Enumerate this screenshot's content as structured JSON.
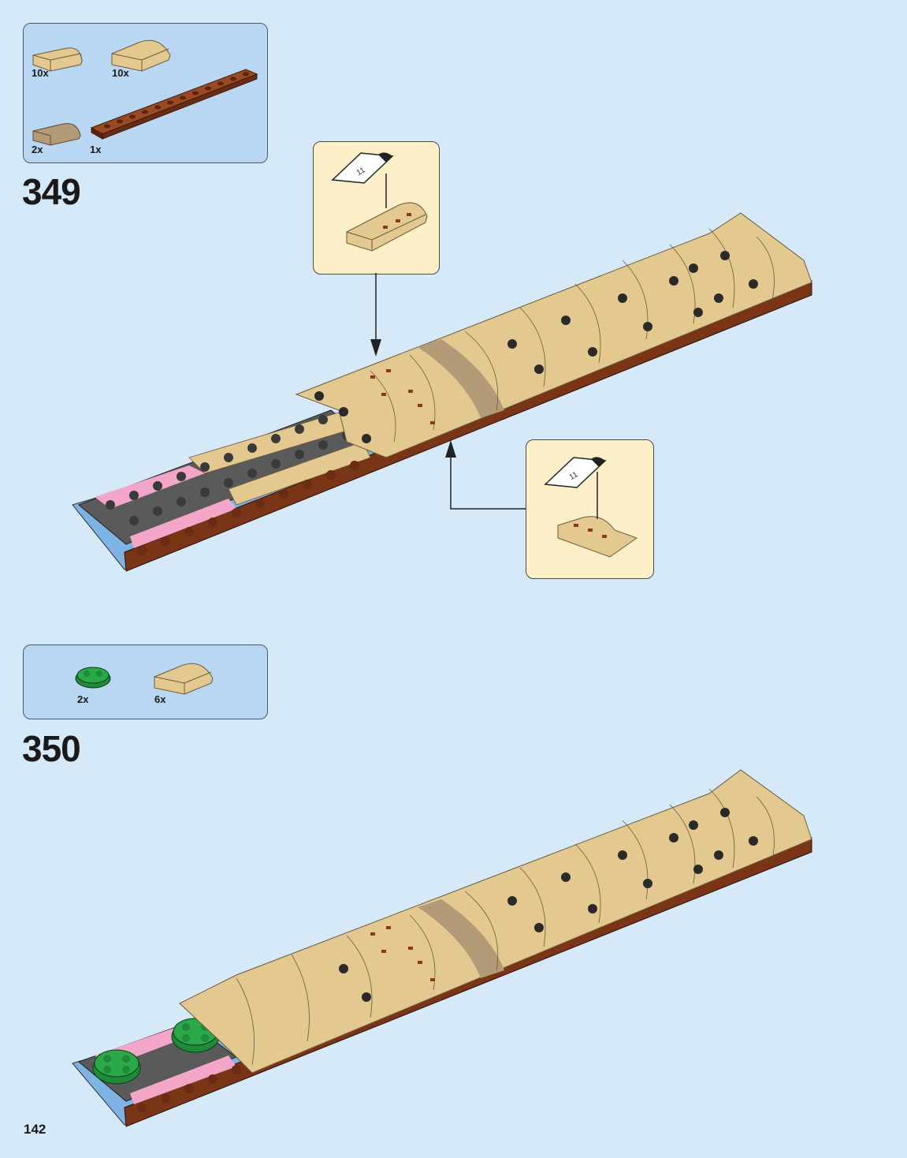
{
  "page_number": "142",
  "steps": [
    {
      "number": "349",
      "parts": [
        {
          "name": "tan-curved-slope-1x2",
          "qty": "10x"
        },
        {
          "name": "tan-curved-slope-2x2",
          "qty": "10x"
        },
        {
          "name": "dark-tan-curved-slope",
          "qty": "2x"
        },
        {
          "name": "reddish-brown-plate-1x12",
          "qty": "1x"
        }
      ],
      "callouts": [
        {
          "sticker": "11"
        },
        {
          "sticker": "11"
        }
      ]
    },
    {
      "number": "350",
      "parts": [
        {
          "name": "green-round-plate-2x2",
          "qty": "2x"
        },
        {
          "name": "tan-curved-slope-2x2",
          "qty": "6x"
        }
      ]
    }
  ],
  "colors": {
    "background": "#d6e9f8",
    "parts_box": "#b9d7f2",
    "callout": "#fdf0c8",
    "tan": "#e3c98f",
    "dark_tan": "#b39b78",
    "reddish_brown": "#7a3416",
    "dark_gray": "#5a5a5a",
    "pink": "#f3a6c8",
    "blue": "#7fb3e3",
    "green": "#1f8a3a"
  }
}
